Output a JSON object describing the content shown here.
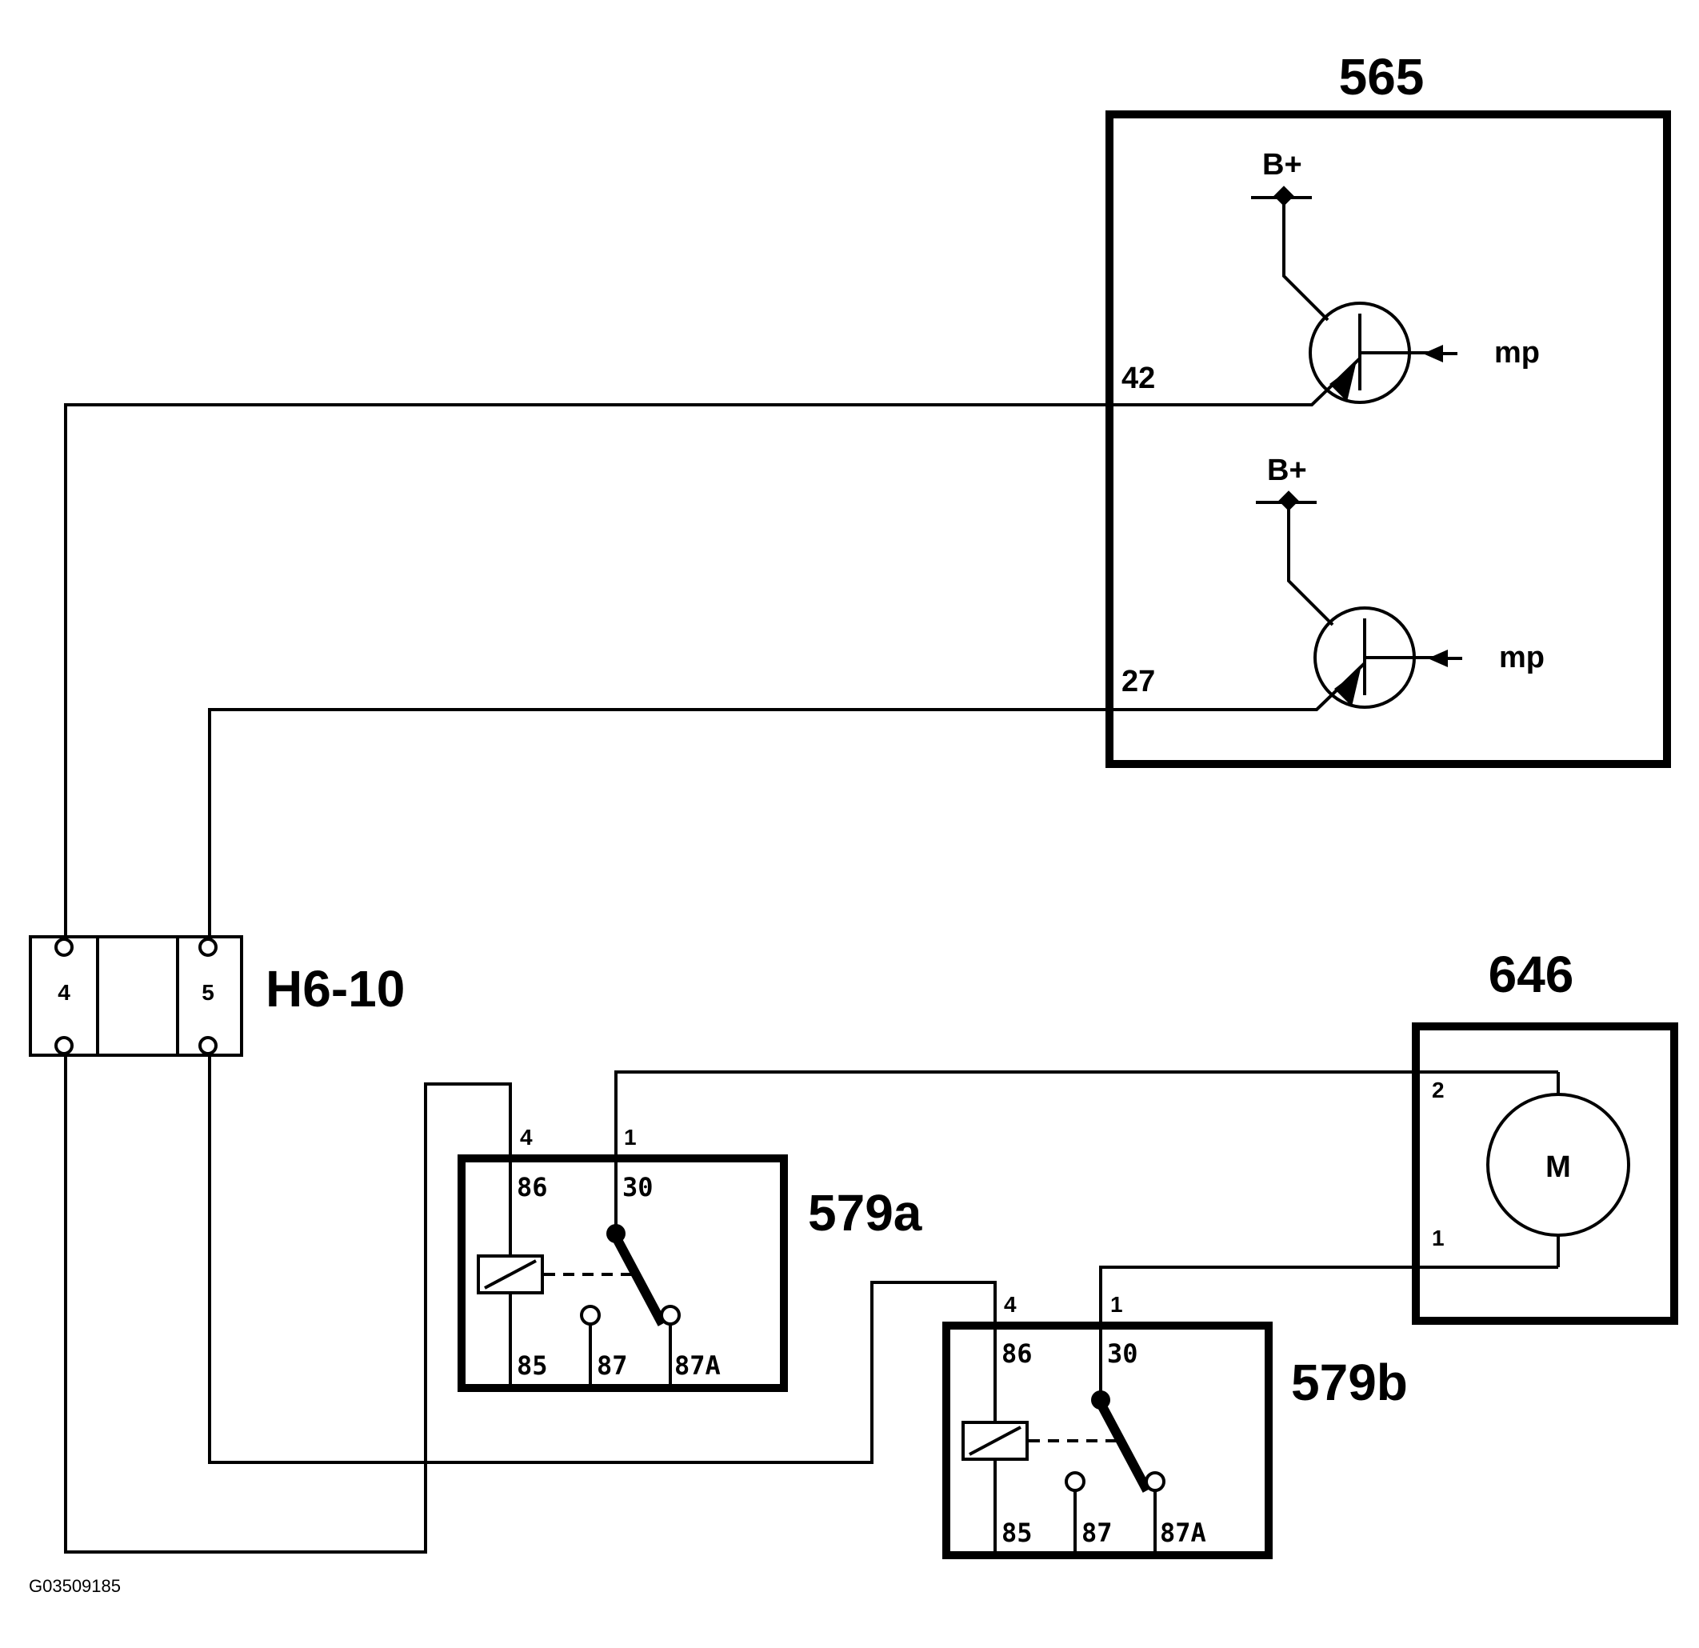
{
  "components": {
    "module_565": {
      "label": "565",
      "pin_top": "42",
      "pin_bottom": "27",
      "supply_top": "B+",
      "supply_bottom": "B+",
      "signal_top": "mp",
      "signal_bottom": "mp"
    },
    "connector_h6_10": {
      "label": "H6-10",
      "pin_left": "4",
      "pin_right": "5"
    },
    "motor_646": {
      "label": "646",
      "symbol": "M",
      "pin_top": "2",
      "pin_bottom": "1"
    },
    "relay_579a": {
      "label": "579a",
      "pin_coil_top": "4",
      "pin_common_top": "1",
      "t86": "86",
      "t30": "30",
      "t85": "85",
      "t87": "87",
      "t87a": "87A"
    },
    "relay_579b": {
      "label": "579b",
      "pin_coil_top": "4",
      "pin_common_top": "1",
      "t86": "86",
      "t30": "30",
      "t85": "85",
      "t87": "87",
      "t87a": "87A"
    }
  },
  "figure_id": "G03509185"
}
